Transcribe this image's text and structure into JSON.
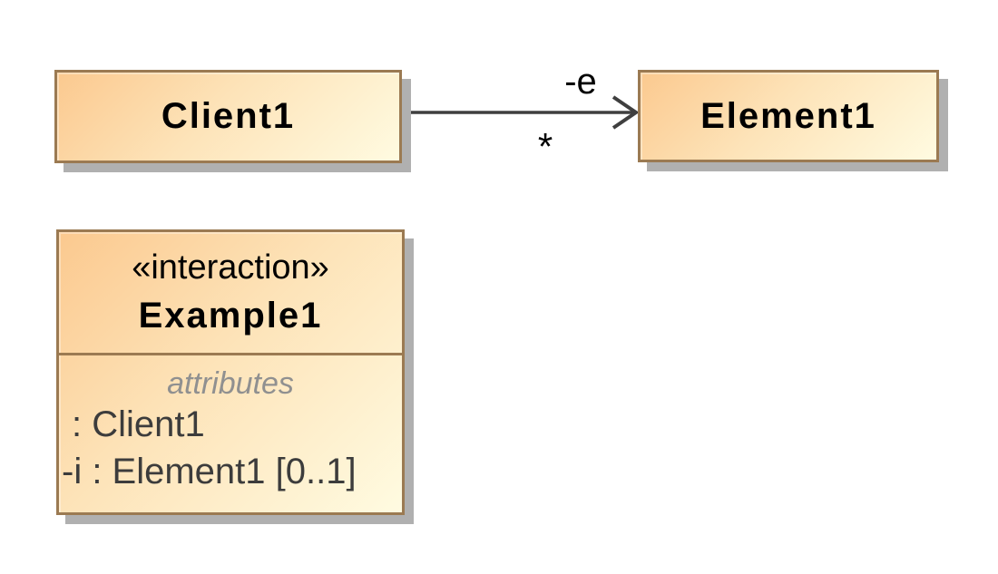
{
  "diagram": {
    "type": "uml-class-diagram",
    "background_color": "#ffffff",
    "node_fill_start": "#fbc98f",
    "node_fill_end": "#fffbe1",
    "node_border_color": "#9b7a52",
    "shadow_color": "#b0b0b0",
    "line_color": "#3f3f3f"
  },
  "classes": {
    "client1": {
      "name": "Client1"
    },
    "element1": {
      "name": "Element1"
    },
    "example1": {
      "stereotype": "«interaction»",
      "name": "Example1",
      "compartment_label": "attributes",
      "attributes": [
        ": Client1",
        "-i : Element1 [0..1]"
      ]
    }
  },
  "association": {
    "source": "Client1",
    "target": "Element1",
    "role_label": "-e",
    "multiplicity_label": "*"
  }
}
